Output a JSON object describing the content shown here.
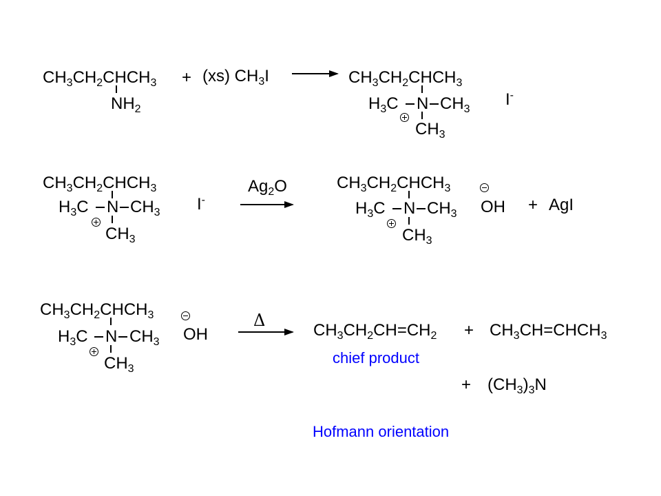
{
  "row1": {
    "reactant": "CH<sub>3</sub>CH<sub>2</sub>CHCH<sub>3</sub>",
    "amine": "NH<sub>2</sub>",
    "plus": "+",
    "reagent": "(xs) CH<sub>3</sub>I",
    "product_chain": "CH<sub>3</sub>CH<sub>2</sub>CHCH<sub>3</sub>",
    "left_methyl": "H<sub>3</sub>C",
    "nitrogen": "N",
    "right_methyl": "CH<sub>3</sub>",
    "bottom_methyl": "CH<sub>3</sub>",
    "counterion": "I<sup>-</sup>"
  },
  "row2": {
    "reactant_chain": "CH<sub>3</sub>CH<sub>2</sub>CHCH<sub>3</sub>",
    "left_methyl": "H<sub>3</sub>C",
    "nitrogen": "N",
    "right_methyl": "CH<sub>3</sub>",
    "bottom_methyl": "CH<sub>3</sub>",
    "counterion": "I<sup>-</sup>",
    "reagent": "Ag<sub>2</sub>O",
    "product_chain": "CH<sub>3</sub>CH<sub>2</sub>CHCH<sub>3</sub>",
    "product_left_methyl": "H<sub>3</sub>C",
    "product_nitrogen": "N",
    "product_right_methyl": "CH<sub>3</sub>",
    "product_bottom_methyl": "CH<sub>3</sub>",
    "hydroxide": "OH",
    "plus": "+",
    "byproduct": "AgI"
  },
  "row3": {
    "reactant_chain": "CH<sub>3</sub>CH<sub>2</sub>CHCH<sub>3</sub>",
    "left_methyl": "H<sub>3</sub>C",
    "nitrogen": "N",
    "right_methyl": "CH<sub>3</sub>",
    "bottom_methyl": "CH<sub>3</sub>",
    "hydroxide": "OH",
    "heat_symbol": "Δ",
    "product1": "CH<sub>3</sub>CH<sub>2</sub>CH=CH<sub>2</sub>",
    "plus1": "+",
    "product2": "CH<sub>3</sub>CH=CHCH<sub>3</sub>",
    "chief_label": "chief product",
    "plus2": "+",
    "product3": "(CH<sub>3</sub>)<sub>3</sub>N",
    "orientation_label": "Hofmann orientation"
  },
  "colors": {
    "label_blue": "#0000ff",
    "text": "#000000",
    "background": "#ffffff"
  }
}
